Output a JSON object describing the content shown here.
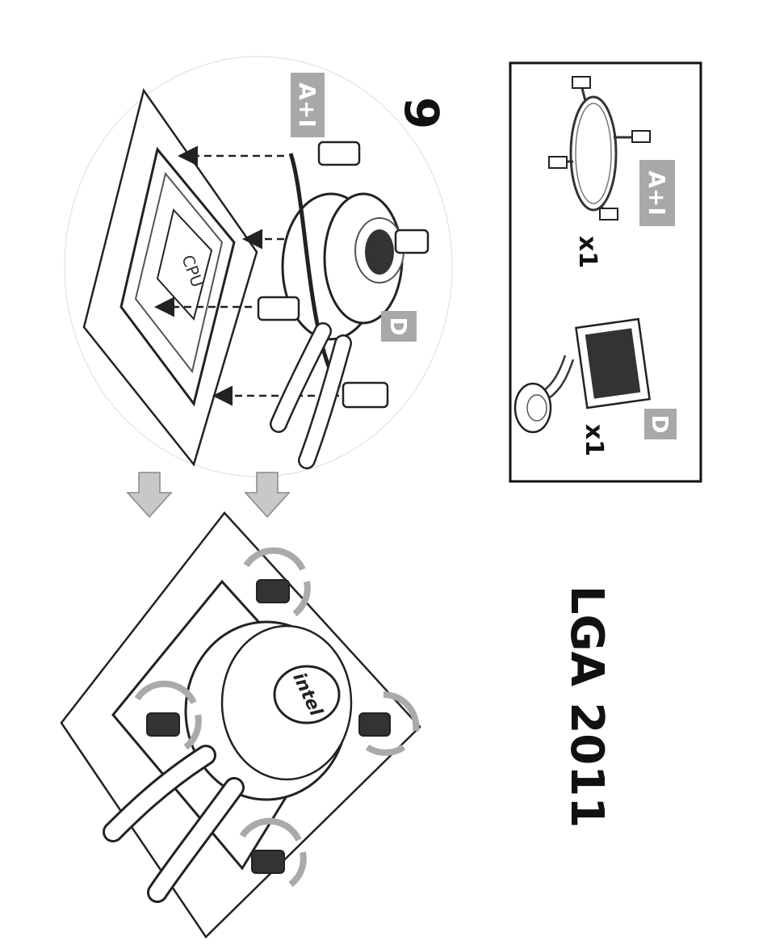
{
  "title": "LGA 2011",
  "step_number": "9",
  "cpu_label": "CPU",
  "brand_logo": "intel",
  "parts_box": {
    "items": [
      {
        "badge": "A+I",
        "quantity": "x1",
        "icon": "mounting-bracket-icon"
      },
      {
        "badge": "D",
        "quantity": "x1",
        "icon": "cooler-radiator-icon"
      }
    ]
  },
  "callouts": {
    "bracket_badge": "A+I",
    "pump_badge": "D"
  },
  "colors": {
    "badge_gray": "#a8a8a8",
    "arrow_gray": "#c8c8c8",
    "line": "#222222"
  }
}
